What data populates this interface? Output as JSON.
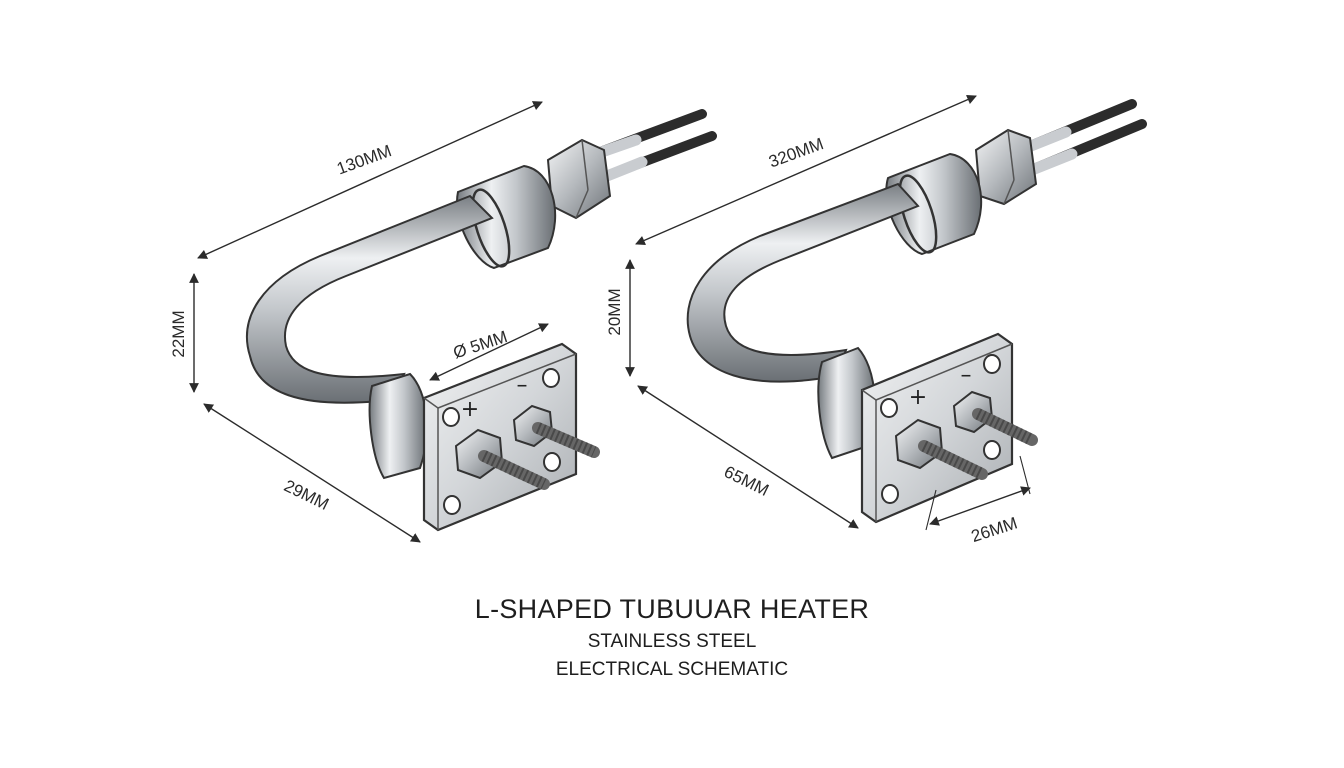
{
  "diagram": {
    "title": "L-SHAPED TUBUUAR HEATER",
    "subtitle_lines": [
      "STAINLESS STEEL",
      "ELECTRICAL SCHEMATIC"
    ],
    "heater_left": {
      "dim_length": "130MM",
      "dim_height": "22MM",
      "dim_diameter": "Ø 5MM",
      "dim_depth": "29MM",
      "terminal_plus": "+",
      "terminal_minus": "–"
    },
    "heater_right": {
      "dim_length": "320MM",
      "dim_height": "20MM",
      "dim_depth": "65MM",
      "dim_terminal_spacing": "26MM",
      "terminal_plus": "+",
      "terminal_minus": "–"
    },
    "colors": {
      "line": "#2b2b2b",
      "steel_dark": "#6e7378",
      "steel_light": "#eef0f2",
      "cable": "#2c2c2c"
    }
  }
}
